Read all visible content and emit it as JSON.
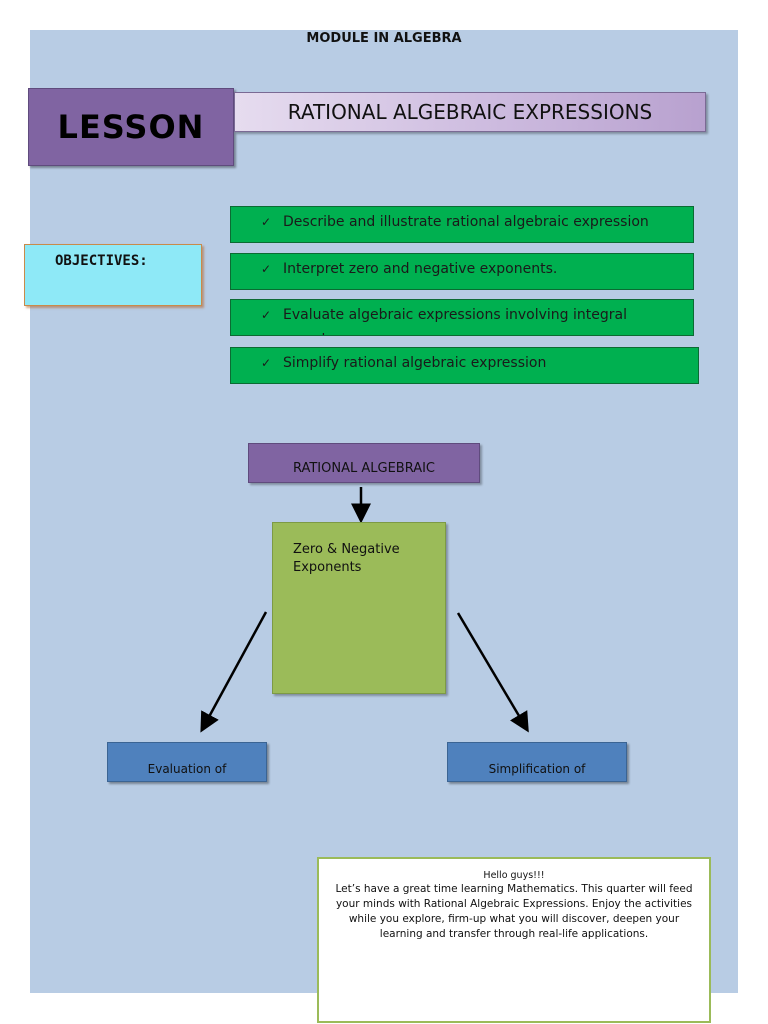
{
  "header": {
    "title": "MODULE IN ALGEBRA"
  },
  "lesson": {
    "label": "LESSON",
    "title": "RATIONAL ALGEBRAIC EXPRESSIONS"
  },
  "objectives": {
    "label": "OBJECTIVES:",
    "check_glyph": "✓",
    "items": [
      "Describe and illustrate rational algebraic expression",
      "Interpret zero and negative exponents.",
      "Evaluate algebraic expressions involving integral exponents",
      "Simplify rational algebraic expression"
    ]
  },
  "concept_map": {
    "top": "RATIONAL ALGEBRAIC",
    "middle": "Zero & Negative Exponents",
    "left": "Evaluation of",
    "right": "Simplification of"
  },
  "message": {
    "greeting": "Hello guys!!!",
    "body": "Let’s have a great time learning Mathematics. This quarter will feed your minds with Rational Algebraic Expressions. Enjoy the activities while you explore, firm-up what you will discover, deepen your learning and transfer through real-life applications."
  }
}
